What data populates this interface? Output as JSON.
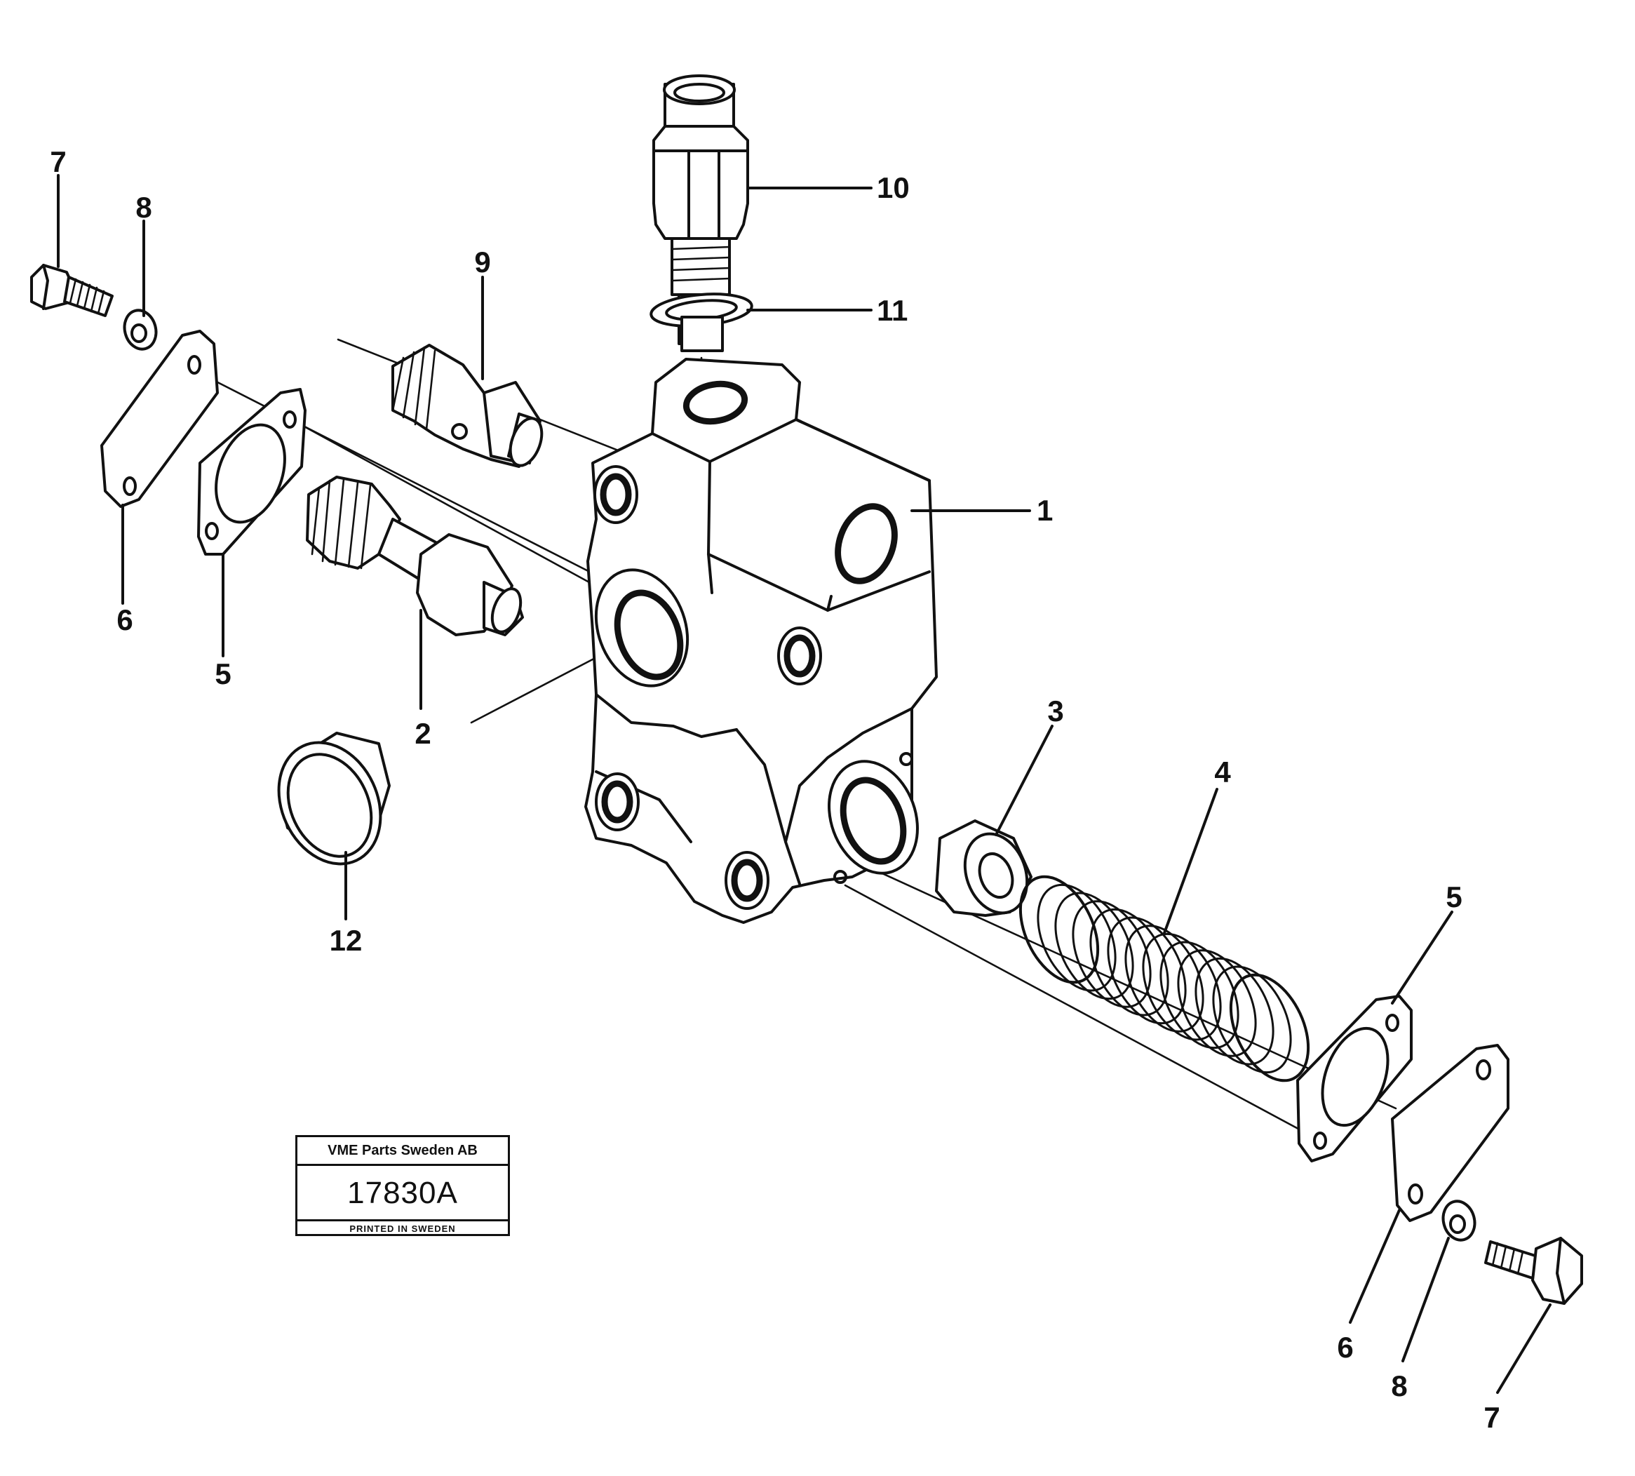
{
  "drawing": {
    "callouts": [
      {
        "id": "1",
        "text": "1"
      },
      {
        "id": "2",
        "text": "2"
      },
      {
        "id": "3",
        "text": "3"
      },
      {
        "id": "4",
        "text": "4"
      },
      {
        "id": "5a",
        "text": "5"
      },
      {
        "id": "5b",
        "text": "5"
      },
      {
        "id": "6a",
        "text": "6"
      },
      {
        "id": "6b",
        "text": "6"
      },
      {
        "id": "7a",
        "text": "7"
      },
      {
        "id": "7b",
        "text": "7"
      },
      {
        "id": "8a",
        "text": "8"
      },
      {
        "id": "8b",
        "text": "8"
      },
      {
        "id": "9",
        "text": "9"
      },
      {
        "id": "10",
        "text": "10"
      },
      {
        "id": "11",
        "text": "11"
      },
      {
        "id": "12",
        "text": "12"
      }
    ]
  },
  "stamp": {
    "company": "VME Parts Sweden AB",
    "number": "17830A",
    "printed": "PRINTED IN SWEDEN"
  }
}
